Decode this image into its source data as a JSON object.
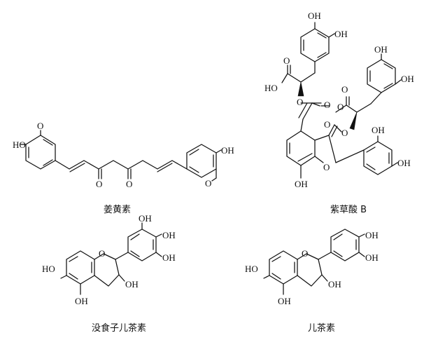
{
  "structures": [
    {
      "id": "curcumin",
      "caption": "姜黄素",
      "atom_labels": [
        "HO",
        "O",
        "O",
        "O",
        "OH",
        "O"
      ]
    },
    {
      "id": "salvianolic-acid-b",
      "caption": "紫草酸 B",
      "atom_labels": [
        "OH",
        "OH",
        "O",
        "HO",
        "O",
        "O",
        "O",
        "OH",
        "OH",
        "O",
        "O",
        "O",
        "OH",
        "OH",
        "O",
        "OH"
      ]
    },
    {
      "id": "epigallocatechin",
      "caption": "没食子儿茶素",
      "atom_labels": [
        "OH",
        "OH",
        "OH",
        "HO",
        "O",
        "OH",
        "OH"
      ]
    },
    {
      "id": "catechin",
      "caption": "儿茶素",
      "atom_labels": [
        "OH",
        "OH",
        "HO",
        "O",
        "OH",
        "OH"
      ]
    }
  ]
}
